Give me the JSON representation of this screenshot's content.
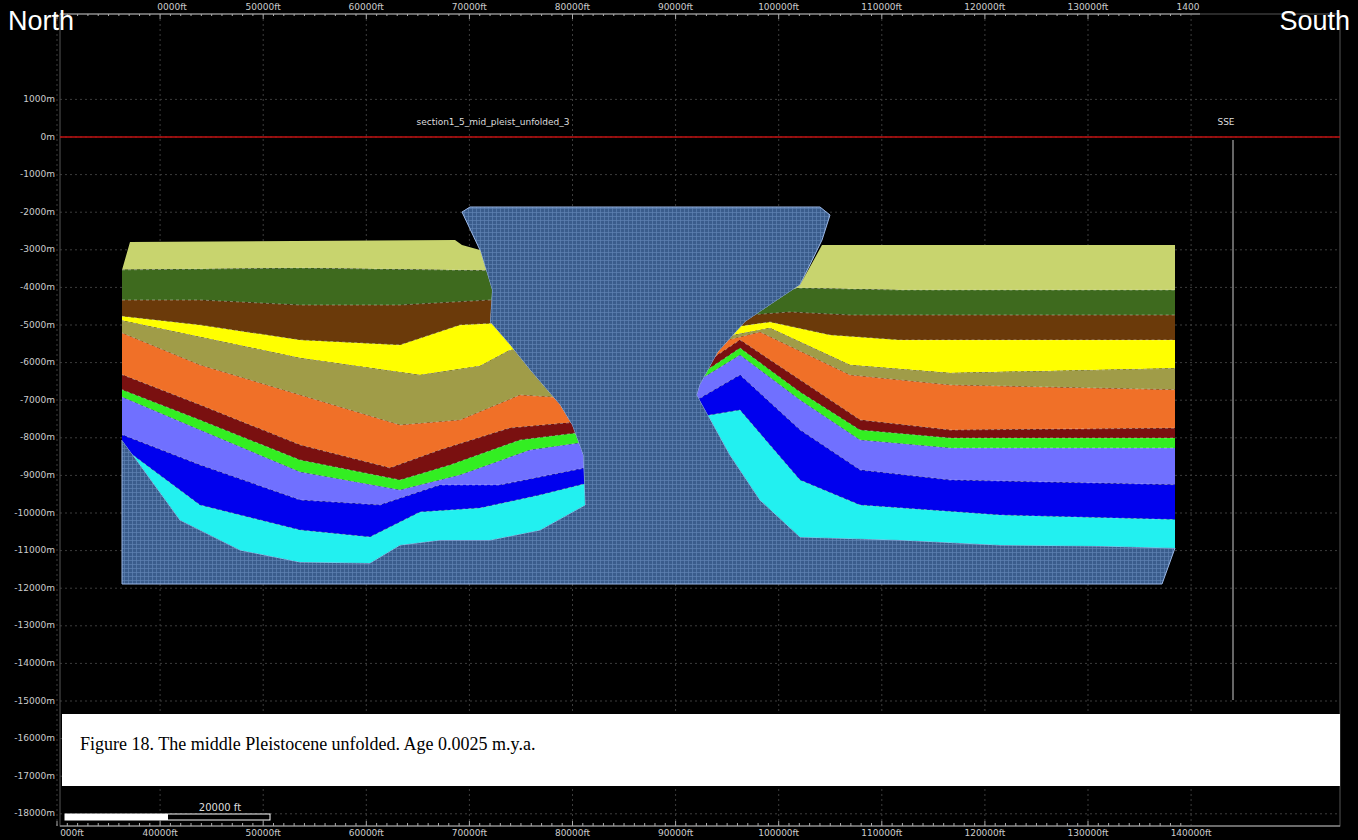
{
  "diagram": {
    "caption": "Figure 18. The middle Pleistocene unfolded. Age 0.0025 m.y.a.",
    "labels": [
      "North",
      "South",
      "section1_5_mid_pleist_unfolded_3",
      "SSE",
      "20000 ft",
      "0000ft",
      "50000ft",
      "60000ft",
      "70000ft",
      "80000ft",
      "90000ft",
      "100000ft",
      "110000ft",
      "120000ft",
      "130000ft",
      "1400",
      "000ft",
      "40000ft",
      "50000ft",
      "60000ft",
      "70000ft",
      "80000ft",
      "90000ft",
      "100000ft",
      "110000ft",
      "120000ft",
      "130000ft",
      "140000ft",
      "1000m",
      "0m",
      "-1000m",
      "-2000m",
      "-3000m",
      "-4000m",
      "-5000m",
      "-6000m",
      "-7000m",
      "-8000m",
      "-9000m",
      "-10000m",
      "-11000m",
      "-12000m",
      "-13000m",
      "-14000m",
      "-15000m",
      "-16000m",
      "-17000m",
      "-18000m"
    ]
  }
}
